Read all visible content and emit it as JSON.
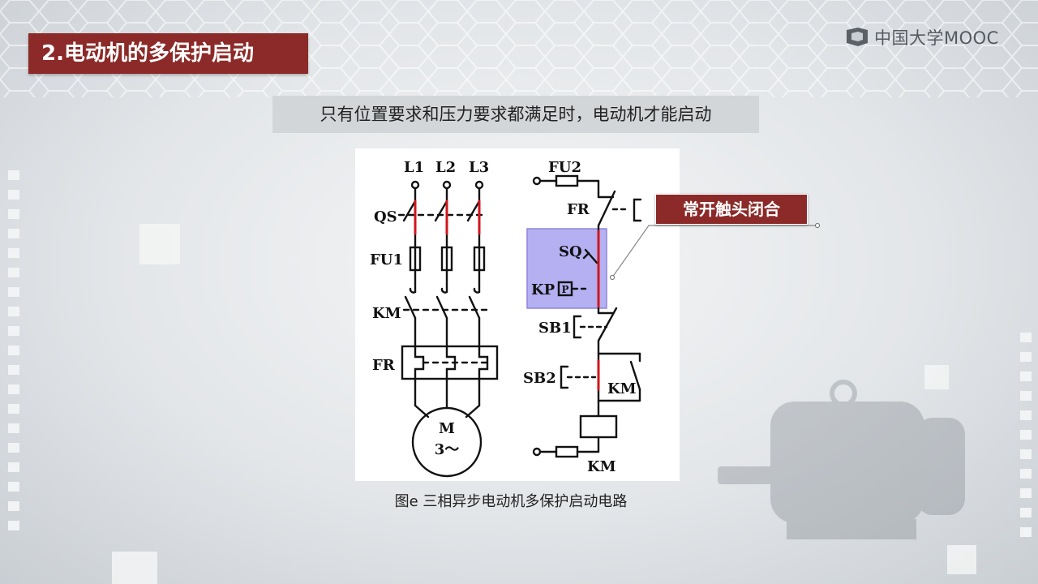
{
  "slide": {
    "title": "2.电动机的多保护启动",
    "logo_text": "中国大学MOOC",
    "subtitle": "只有位置要求和压力要求都满足时，电动机才能启动",
    "callout": "常开触头闭合",
    "caption": "图e  三相异步电动机多保护启动电路"
  },
  "diagram": {
    "main_circuit": {
      "phases": [
        "L1",
        "L2",
        "L3"
      ],
      "labels": [
        "QS",
        "FU1",
        "KM",
        "FR"
      ],
      "motor_line1": "M",
      "motor_line2": "3～"
    },
    "control_circuit": {
      "labels": [
        "FU2",
        "FR",
        "SQ",
        "KP",
        "SB1",
        "SB2",
        "KM",
        "KM"
      ],
      "pressure_symbol": "P"
    }
  },
  "colors": {
    "title_bg": "#8b2a28",
    "highlight_box": "#a9a3f0",
    "closed_contact": "#d0161c"
  },
  "icons": [
    "mooc-logo-icon"
  ]
}
